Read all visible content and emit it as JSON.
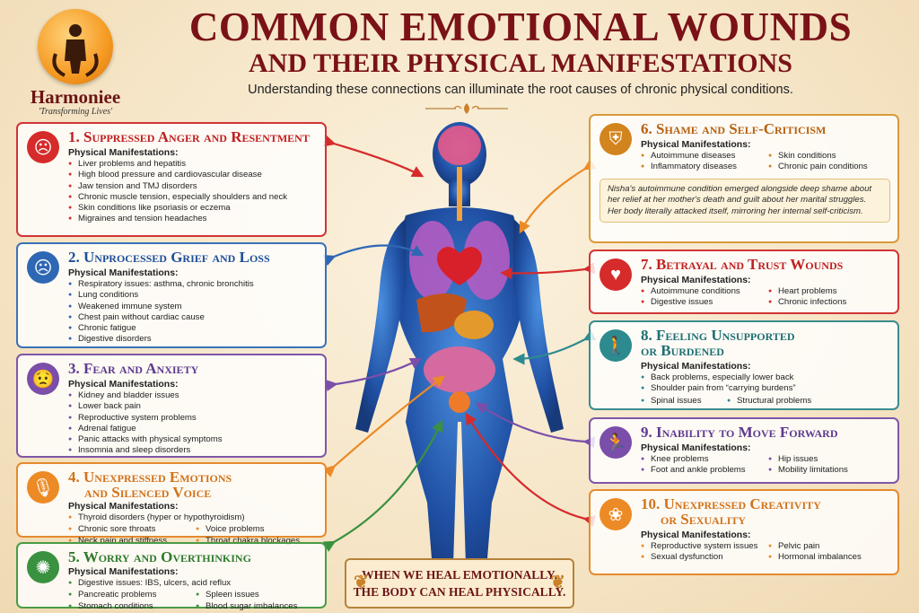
{
  "logo": {
    "name": "Harmoniee",
    "tagline": "'Transforming Lives'"
  },
  "header": {
    "title_line1": "COMMON EMOTIONAL WOUNDS",
    "title_line2": "AND THEIR PHYSICAL MANIFESTATIONS",
    "subtitle": "Understanding these connections can illuminate the root causes of chronic physical conditions."
  },
  "pm_label": "Physical Manifestations:",
  "cards": [
    {
      "title": "1. Suppressed Anger and Resentment",
      "icon": "angry-face-icon",
      "items": [
        "Liver problems and hepatitis",
        "High blood pressure and cardiovascular disease",
        "Jaw tension and TMJ disorders",
        "Chronic muscle tension, especially shoulders and neck",
        "Skin conditions like psoriasis or eczema",
        "Migraines and tension headaches"
      ]
    },
    {
      "title": "2. Unprocessed Grief and Loss",
      "icon": "sad-face-icon",
      "items": [
        "Respiratory issues: asthma, chronic bronchitis",
        "Lung conditions",
        "Weakened immune system",
        "Chest pain without cardiac cause",
        "Chronic fatigue",
        "Digestive disorders"
      ]
    },
    {
      "title": "3. Fear and Anxiety",
      "icon": "fearful-face-icon",
      "items": [
        "Kidney and bladder issues",
        "Lower back pain",
        "Reproductive system problems",
        "Adrenal fatigue",
        "Panic attacks with physical symptoms",
        "Insomnia and sleep disorders"
      ]
    },
    {
      "title_line1": "4. Unexpressed Emotions",
      "title_line2": "and Silenced Voice",
      "icon": "microphone-icon",
      "items": [
        "Thyroid disorders (hyper or hypothyroidism)",
        "Chronic sore throats",
        "Voice problems",
        "Neck pain and stiffness",
        "Throat chakra blockages"
      ]
    },
    {
      "title": "5. Worry and Overthinking",
      "icon": "brain-icon",
      "items": [
        "Digestive issues: IBS, ulcers, acid reflux",
        "Pancreatic problems",
        "Spleen issues",
        "Stomach conditions",
        "Blood sugar imbalances"
      ]
    },
    {
      "title": "6. Shame and Self-Criticism",
      "icon": "shield-icon",
      "items": [
        "Autoimmune diseases",
        "Skin conditions",
        "Inflammatory diseases",
        "Chronic pain conditions"
      ],
      "quote": "Nisha's autoimmune condition emerged alongside deep shame about her relief at her mother's death and guilt about her marital struggles. Her body literally attacked itself, mirroring her internal self-criticism."
    },
    {
      "title": "7. Betrayal and Trust Wounds",
      "icon": "broken-heart-icon",
      "items": [
        "Autoimmune conditions",
        "Heart problems",
        "Digestive issues",
        "Chronic infections"
      ]
    },
    {
      "title_line1": "8. Feeling Unsupported",
      "title_line2": "or Burdened",
      "icon": "person-burden-icon",
      "items": [
        "Back problems, especially lower back",
        "Shoulder pain from “carrying burdens”",
        "Spinal issues",
        "Structural problems"
      ]
    },
    {
      "title": "9. Inability to Move Forward",
      "icon": "walking-person-icon",
      "items": [
        "Knee problems",
        "Hip issues",
        "Foot and ankle problems",
        "Mobility limitations"
      ]
    },
    {
      "title_line1": "10. Unexpressed Creativity",
      "title_line2": "or Sexuality",
      "icon": "lotus-icon",
      "items": [
        "Reproductive system issues",
        "Pelvic pain",
        "Sexual dysfunction",
        "Hormonal imbalances"
      ]
    }
  ],
  "banner": {
    "line1": "WHEN WE HEAL EMOTIONALLY,",
    "line2": "THE BODY CAN HEAL PHYSICALLY."
  },
  "colors": {
    "title": "#7a1218",
    "red": "#d62b2b",
    "blue": "#2e67b4",
    "purple": "#7a4ea9",
    "orange": "#ec8a25",
    "green": "#3a9140",
    "gold": "#d2841e",
    "teal": "#2d8a8e"
  }
}
